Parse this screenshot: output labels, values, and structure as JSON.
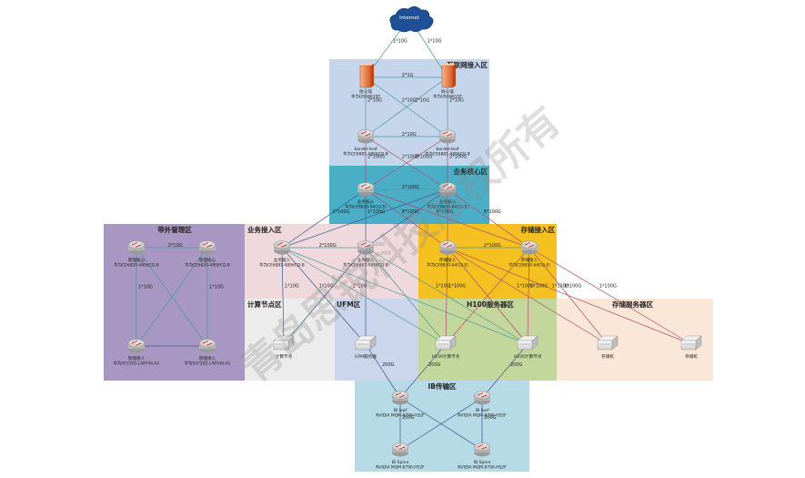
{
  "internet": {
    "label": "Internet"
  },
  "watermark": "青岛思锐科技版权所有",
  "zones": {
    "internet_access": "互联网接入区",
    "business_core": "业务核心区",
    "oob_mgmt": "带外管理区",
    "business_access": "业务接入区",
    "storage_access": "存储接入区",
    "compute_node": "计算节点区",
    "ufm": "UFM区",
    "h100": "H100服务器区",
    "storage_server": "存储服务器区",
    "ib": "IB传输区"
  },
  "devices": {
    "fw1": {
      "name": "防火墙",
      "model": "华为USG6615F"
    },
    "fw2": {
      "name": "防火墙",
      "model": "华为USG6615F"
    },
    "bl1": {
      "name": "border-leaf",
      "model": "华为CE6881-48S6CQ-B"
    },
    "bl2": {
      "name": "border-leaf",
      "model": "华为CE6881-48S6CQ-B"
    },
    "core1": {
      "name": "业务核心",
      "model": "华为CE8850-64CQ-EI"
    },
    "core2": {
      "name": "业务核心",
      "model": "华为CE8850-64CQ-EI"
    },
    "mgc1": {
      "name": "管理核心",
      "model": "华为CE6820-48S6CQ-B"
    },
    "mgc2": {
      "name": "管理核心",
      "model": "华为CE6820-48S6CQ-B"
    },
    "mga1": {
      "name": "管理接入",
      "model": "华为S5735S-L48T4X-A1"
    },
    "mga2": {
      "name": "管理接入",
      "model": "华为S5735S-L48T4X-A1"
    },
    "ba1": {
      "name": "业务接入",
      "model": "华为CE6881-48S6CQ-B"
    },
    "ba2": {
      "name": "业务接入",
      "model": "华为CE6881-48S6CQ-B"
    },
    "sa1": {
      "name": "存储接入",
      "model": "华为CE8850-64CQ-EI"
    },
    "sa2": {
      "name": "存储接入",
      "model": "华为CE8850-64CQ-EI"
    },
    "srv_compute": {
      "name": "计算节点"
    },
    "srv_ufm": {
      "name": "UFM服务器"
    },
    "srv_h1": {
      "name": "H100计算节点"
    },
    "srv_h2": {
      "name": "H100计算节点"
    },
    "srv_st1": {
      "name": "存储机"
    },
    "srv_st2": {
      "name": "存储机"
    },
    "ibl1": {
      "name": "IB leaf",
      "model": "NVIDIA MQM-8790-HS2F"
    },
    "ibl2": {
      "name": "IB leaf",
      "model": "NVIDIA MQM-8790-HS2F"
    },
    "ibs1": {
      "name": "IB Spine",
      "model": "NVIDIA MQM-8790-HS2F"
    },
    "ibs2": {
      "name": "IB Spine",
      "model": "NVIDIA MQM-8790-HS2F"
    }
  },
  "links": [
    {
      "from": "internet",
      "to": "fw1",
      "label": "1*10G",
      "color": "#4a9a9a"
    },
    {
      "from": "internet",
      "to": "fw2",
      "label": "1*10G",
      "color": "#4a9a9a"
    },
    {
      "from": "fw1",
      "to": "fw2",
      "label": "2*1G",
      "color": "#4a9a9a"
    },
    {
      "from": "fw1",
      "to": "bl1",
      "label": "2*10G",
      "color": "#4a9a9a"
    },
    {
      "from": "fw2",
      "to": "bl2",
      "label": "2*10G",
      "color": "#4a9a9a"
    },
    {
      "from": "fw1",
      "to": "bl2",
      "label": "2*10G",
      "color": "#4a9a9a"
    },
    {
      "from": "fw2",
      "to": "bl1",
      "label": "2*10G",
      "color": "#4a9a9a"
    },
    {
      "from": "bl1",
      "to": "bl2",
      "label": "2*10G",
      "color": "#4a9a9a"
    },
    {
      "from": "bl1",
      "to": "core1",
      "label": "2*100G",
      "color": "#b04a6a"
    },
    {
      "from": "bl2",
      "to": "core2",
      "label": "2*100G",
      "color": "#b04a6a"
    },
    {
      "from": "bl1",
      "to": "core2",
      "label": "2*100G",
      "color": "#b04a6a"
    },
    {
      "from": "bl2",
      "to": "core1",
      "label": "2*100G",
      "color": "#b04a6a"
    },
    {
      "from": "core1",
      "to": "core2",
      "label": "2*100G",
      "color": "#4a9a9a"
    },
    {
      "from": "core1",
      "to": "ba1",
      "label": "1*100G",
      "color": "#3a5a8a"
    },
    {
      "from": "core1",
      "to": "ba2",
      "label": "1*100G",
      "color": "#3a5a8a"
    },
    {
      "from": "core2",
      "to": "ba1",
      "label": "",
      "color": "#3a5a8a"
    },
    {
      "from": "core2",
      "to": "ba2",
      "label": "",
      "color": "#3a5a8a"
    },
    {
      "from": "core1",
      "to": "sa1",
      "label": "8*100G",
      "color": "#b04a6a"
    },
    {
      "from": "core2",
      "to": "sa2",
      "label": "8*100G",
      "color": "#b04a6a"
    },
    {
      "from": "core1",
      "to": "sa2",
      "label": "8*100G",
      "color": "#b04a6a"
    },
    {
      "from": "core2",
      "to": "sa1",
      "label": "",
      "color": "#b04a6a"
    },
    {
      "from": "ba1",
      "to": "ba2",
      "label": "2*100G",
      "color": "#4a9a9a"
    },
    {
      "from": "sa1",
      "to": "sa2",
      "label": "2*100G",
      "color": "#4a9a9a"
    },
    {
      "from": "mgc1",
      "to": "mgc2",
      "label": "2*10G",
      "color": "#4a9a9a"
    },
    {
      "from": "mgc1",
      "to": "mga1",
      "label": "1*10G",
      "color": "#4a9a9a"
    },
    {
      "from": "mgc2",
      "to": "mga2",
      "label": "1*10G",
      "color": "#4a9a9a"
    },
    {
      "from": "mgc1",
      "to": "mga2",
      "label": "",
      "color": "#4a9a9a"
    },
    {
      "from": "mgc2",
      "to": "mga1",
      "label": "",
      "color": "#4a9a9a"
    },
    {
      "from": "mga1",
      "to": "mga2",
      "label": "",
      "color": "#3a5a8a"
    },
    {
      "from": "ba1",
      "to": "srv_compute",
      "label": "1*10G",
      "color": "#3a5a8a"
    },
    {
      "from": "ba1",
      "to": "srv_ufm",
      "label": "1*10G",
      "color": "#3a5a8a"
    },
    {
      "from": "ba2",
      "to": "srv_ufm",
      "label": "",
      "color": "#3a5a8a"
    },
    {
      "from": "ba2",
      "to": "srv_compute",
      "label": "",
      "color": "#3a5a8a"
    },
    {
      "from": "ba1",
      "to": "srv_h1",
      "label": "1*10G",
      "color": "#4a9a9a"
    },
    {
      "from": "ba2",
      "to": "srv_h2",
      "label": "1*10G",
      "color": "#4a9a9a"
    },
    {
      "from": "ba2",
      "to": "srv_h1",
      "label": "",
      "color": "#4a9a9a"
    },
    {
      "from": "ba1",
      "to": "srv_h2",
      "label": "",
      "color": "#4a9a9a"
    },
    {
      "from": "sa1",
      "to": "srv_h1",
      "label": "1*100G",
      "color": "#b04a6a"
    },
    {
      "from": "sa2",
      "to": "srv_h2",
      "label": "1*100G",
      "color": "#b04a6a"
    },
    {
      "from": "sa1",
      "to": "srv_st1",
      "label": "1*100G",
      "color": "#b04a6a"
    },
    {
      "from": "sa2",
      "to": "srv_st2",
      "label": "1*100G",
      "color": "#b04a6a"
    },
    {
      "from": "sa2",
      "to": "srv_st1",
      "label": "1*100G",
      "color": "#b04a6a"
    },
    {
      "from": "sa1",
      "to": "srv_st2",
      "label": "1*100G",
      "color": "#b04a6a"
    },
    {
      "from": "sa1",
      "to": "srv_h2",
      "label": "",
      "color": "#b04a6a"
    },
    {
      "from": "sa2",
      "to": "srv_h1",
      "label": "",
      "color": "#b04a6a"
    },
    {
      "from": "srv_ufm",
      "to": "ibl1",
      "label": "200G",
      "color": "#3a5a8a"
    },
    {
      "from": "srv_h1",
      "to": "ibl1",
      "label": "200G",
      "color": "#3a5a8a"
    },
    {
      "from": "srv_h2",
      "to": "ibl2",
      "label": "200G",
      "color": "#3a5a8a"
    },
    {
      "from": "ibl1",
      "to": "ibs1",
      "label": "200G",
      "color": "#3a5a8a"
    },
    {
      "from": "ibl2",
      "to": "ibs2",
      "label": "200G",
      "color": "#3a5a8a"
    },
    {
      "from": "ibl1",
      "to": "ibs2",
      "label": "",
      "color": "#3a5a8a"
    },
    {
      "from": "ibl2",
      "to": "ibs1",
      "label": "",
      "color": "#3a5a8a"
    }
  ]
}
